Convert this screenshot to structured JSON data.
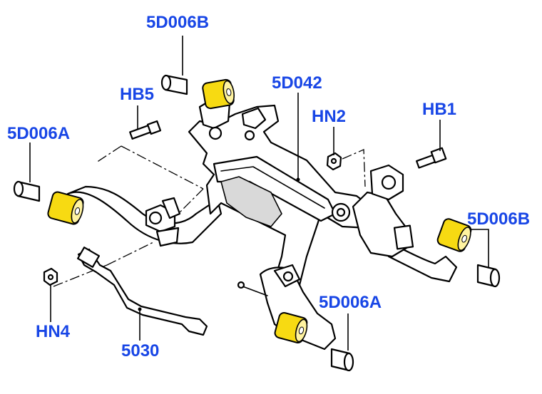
{
  "callouts": [
    {
      "id": "5d006b-top",
      "label": "5D006B"
    },
    {
      "id": "hb5",
      "label": "HB5"
    },
    {
      "id": "5d042",
      "label": "5D042"
    },
    {
      "id": "5d006a-left",
      "label": "5D006A"
    },
    {
      "id": "hn2",
      "label": "HN2"
    },
    {
      "id": "hb1",
      "label": "HB1"
    },
    {
      "id": "5d006b-right",
      "label": "5D006B"
    },
    {
      "id": "5d006a-bottom",
      "label": "5D006A"
    },
    {
      "id": "hn4",
      "label": "HN4"
    },
    {
      "id": "5030",
      "label": "5030"
    }
  ],
  "colors": {
    "label": "#1846e6",
    "bushing": "#f7da12",
    "bushing_end": "#fff3a0",
    "outline": "#000000",
    "shade": "#d9d9d9"
  }
}
